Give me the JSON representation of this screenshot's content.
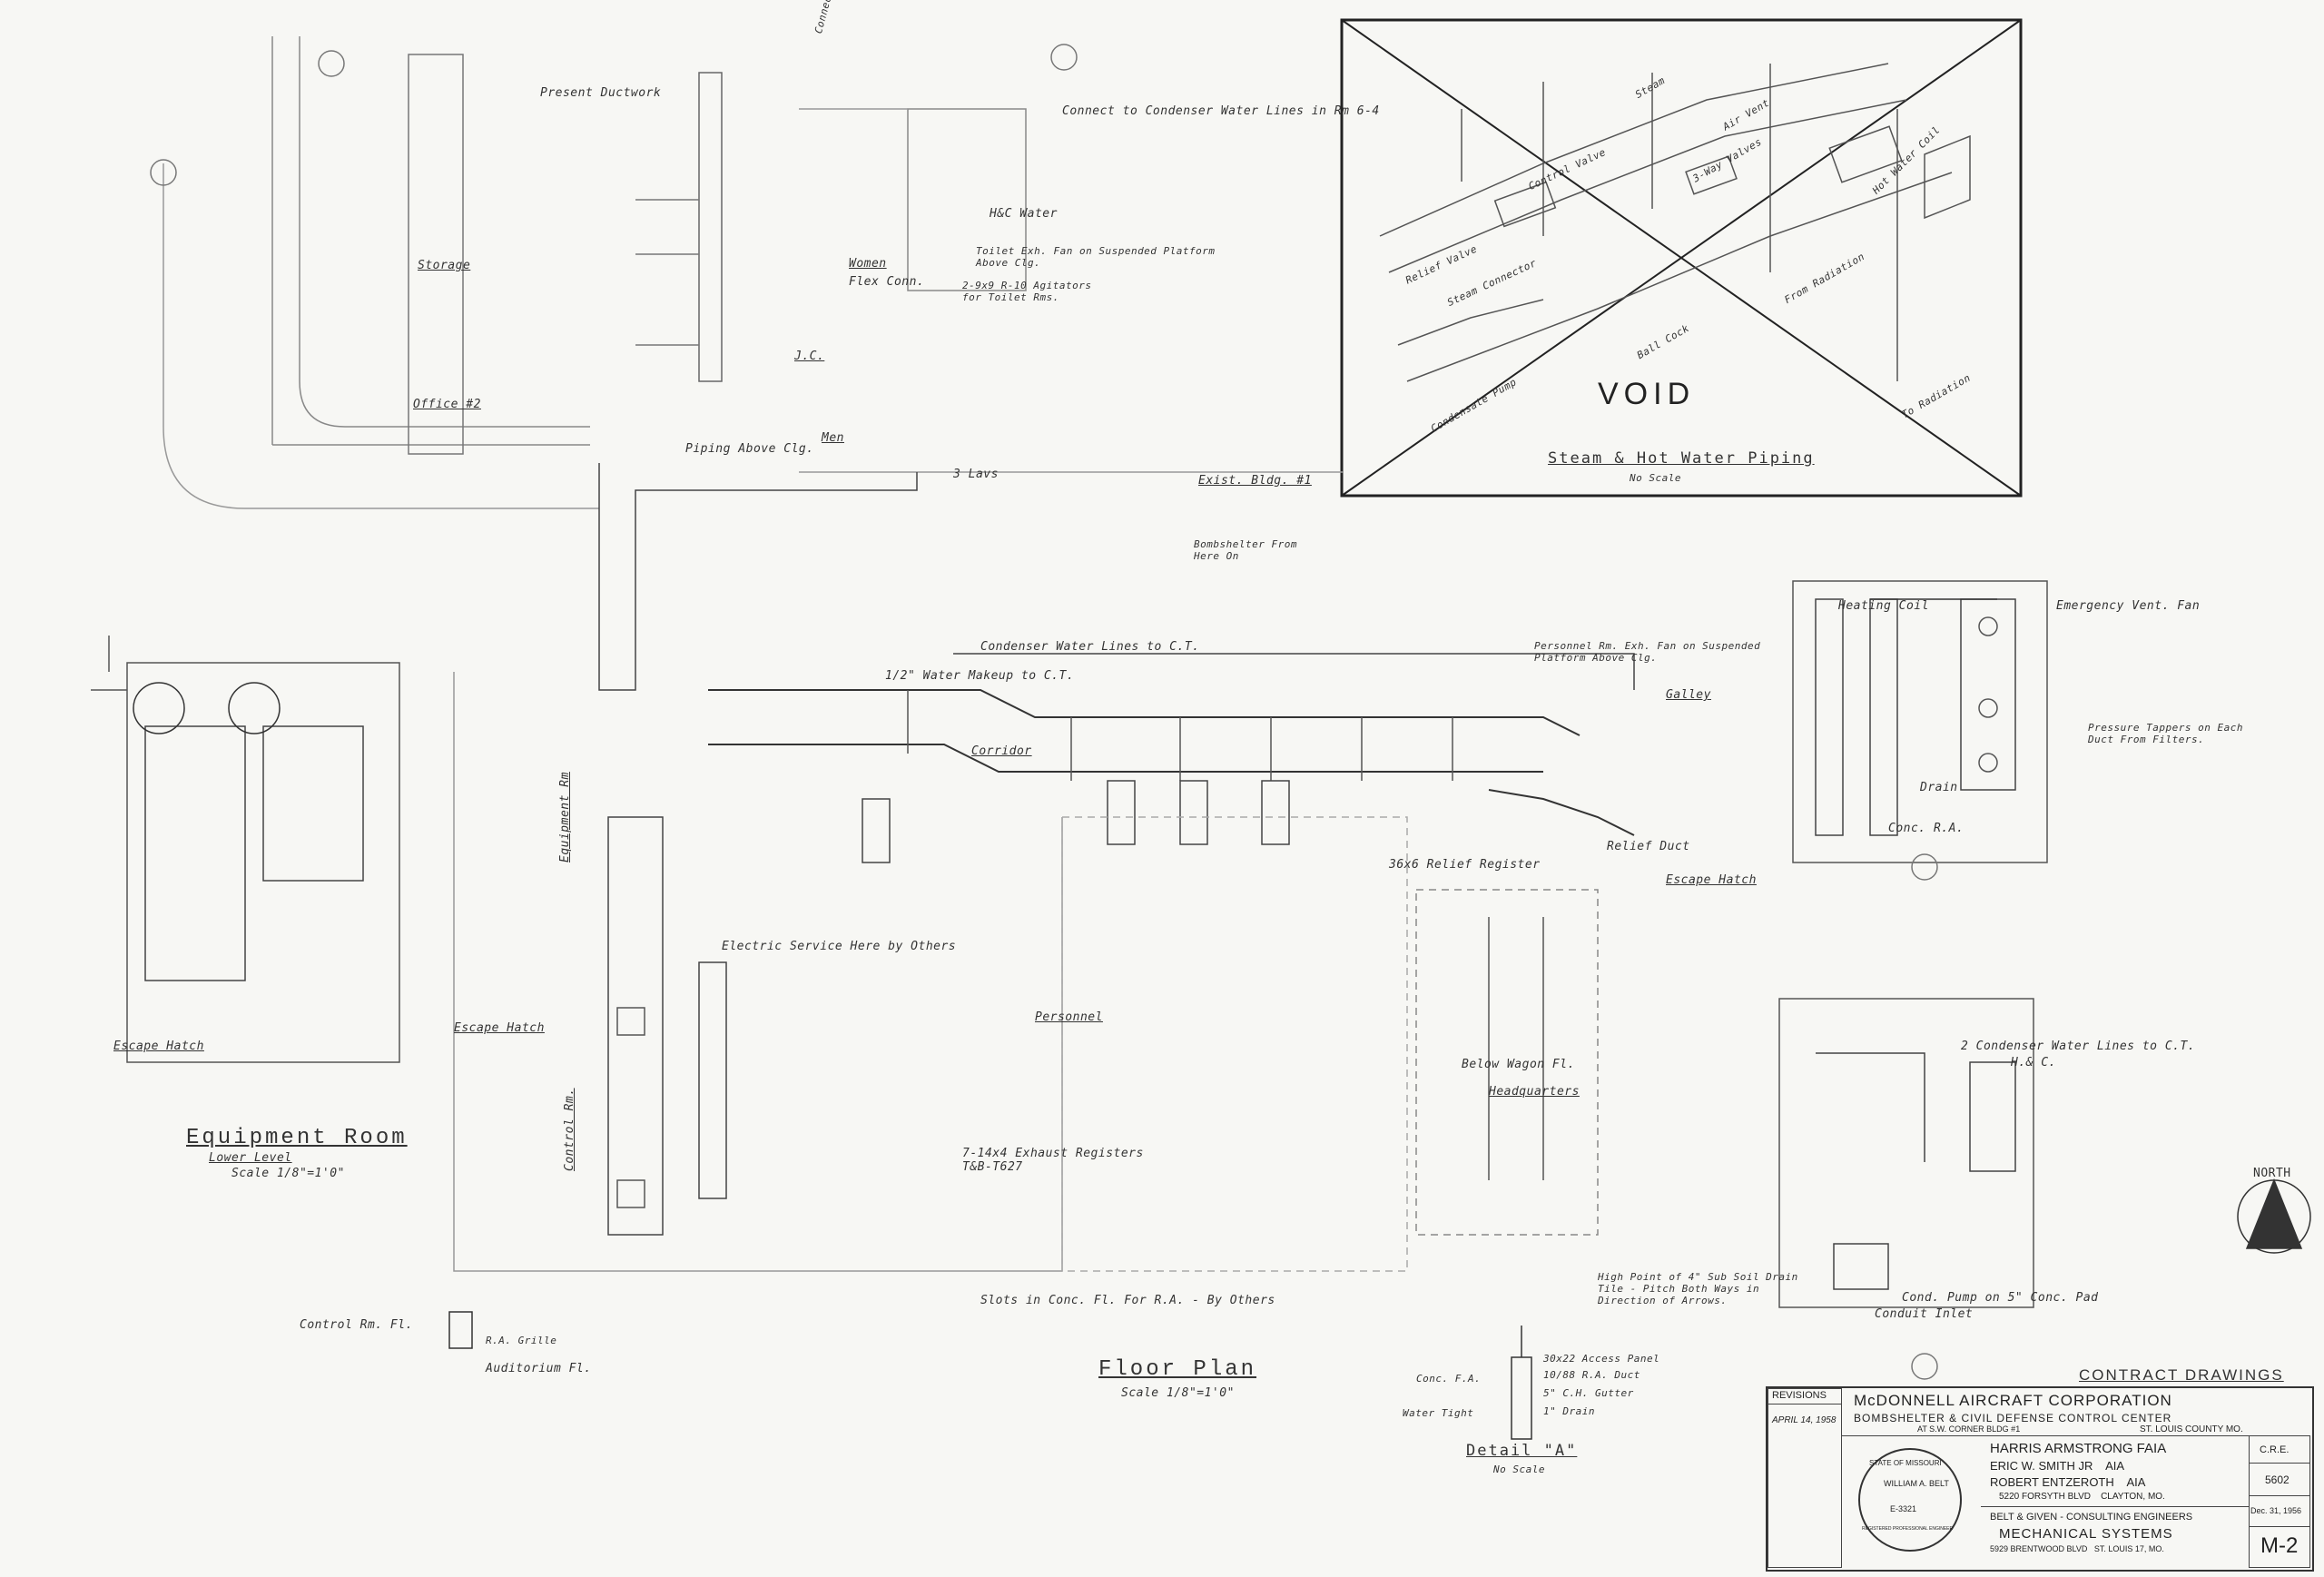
{
  "drawing": {
    "void_label": "VOID",
    "steam_title": "Steam & Hot Water Piping",
    "steam_scale": "No Scale",
    "floor_plan_title": "Floor Plan",
    "floor_plan_scale": "Scale 1/8\"=1'0\"",
    "equipment_room_title": "Equipment Room",
    "equipment_room_sub": "Lower Level",
    "equipment_room_scale": "Scale 1/8\"=1'0\"",
    "detail_a_title": "Detail \"A\"",
    "detail_a_scale": "No Scale",
    "north_label": "NORTH"
  },
  "labels": {
    "present_ductwork": "Present Ductwork",
    "connect_existing": "Connect to Exist. Lever in Corridor",
    "connect_condenser": "Connect to Condenser Water Lines in Rm 6-4",
    "hc_water": "H&C Water",
    "storage": "Storage",
    "women": "Women",
    "flex_conn": "Flex Conn.",
    "toilet_exh_fan": "Toilet Exh. Fan on Suspended Platform Above Clg.",
    "rr_agitators": "2-9x9 R-10 Agitators for Toilet Rms.",
    "jc": "J.C.",
    "men": "Men",
    "office": "Office #2",
    "piping_above_clg": "Piping Above Clg.",
    "three_lavs": "3 Lavs",
    "exist_bldg": "Exist. Bldg. #1",
    "bombshelter_from_here": "Bombshelter From Here On",
    "condenser_water_lines": "Condenser Water Lines to C.T.",
    "water_makeup": "1/2\" Water Makeup to C.T.",
    "corridor": "Corridor",
    "galley": "Galley",
    "personnel_exh_fan": "Personnel Rm. Exh. Fan on Suspended Platform Above Clg.",
    "escape_hatch_1": "Escape Hatch",
    "escape_hatch_2": "Escape Hatch",
    "escape_hatch_3": "Escape Hatch",
    "equipment_rm": "Equipment Rm",
    "control_rm": "Control Rm.",
    "personnel": "Personnel",
    "headquarters": "Headquarters",
    "below_wagon_fl": "Below Wagon Fl.",
    "electric_service": "Electric Service Here by Others",
    "exhaust_registers": "7-14x4 Exhaust Registers T&B-T627",
    "relief_register": "36x6 Relief Register",
    "relief_duct": "Relief Duct",
    "heating_coil": "Heating Coil",
    "emergency_vent_fan": "Emergency Vent. Fan",
    "pressure_tappers": "Pressure Tappers on Each Duct From Filters.",
    "drain": "Drain",
    "conc_ra": "Conc. R.A.",
    "condenser_water_ct": "2 Condenser Water Lines to C.T.",
    "hc_ac": "H.& C.",
    "cond_pump": "Cond. Pump on 5\" Conc. Pad",
    "conduit_inlet": "Conduit Inlet",
    "slots_conc_fl": "Slots in Conc. Fl. For R.A. - By Others",
    "access_panel": "30x22 Access Panel",
    "ra_duct": "10/88 R.A. Duct",
    "gutter": "5\" C.H. Gutter",
    "water_tight": "Water Tight",
    "conc_fa": "Conc. F.A.",
    "drain_detail": "1\" Drain",
    "control_rm_fl": "Control Rm. Fl.",
    "ra_grille": "R.A. Grille",
    "auditorium_fl": "Auditorium Fl.",
    "high_point": "High Point of 4\" Sub Soil Drain Tile - Pitch Both Ways in Direction of Arrows.",
    "air_vent": "Air Vent",
    "control_valve": "Control Valve",
    "relief_valve": "Relief Valve",
    "steam_conn": "Steam Connector",
    "three_way_valves": "3-Way Valves",
    "hot_water_coil": "Hot Water Coil",
    "to_radiation": "To Radiation",
    "ball_cock": "Ball Cock",
    "condensate_pump": "Condensate Pump",
    "from_radiation": "From Radiation",
    "steam": "Steam"
  },
  "title_block": {
    "contract_drawings": "CONTRACT DRAWINGS",
    "revisions": "REVISIONS",
    "revision_date": "APRIL 14, 1958",
    "company": "McDONNELL AIRCRAFT CORPORATION",
    "project": "BOMBSHELTER & CIVIL DEFENSE CONTROL CENTER",
    "location": "ST. LOUIS COUNTY MO.",
    "location_sub": "AT S.W. CORNER BLDG #1",
    "architect_1": "HARRIS ARMSTRONG FAIA",
    "architect_2": "ERIC W. SMITH JR    AIA",
    "architect_3": "ROBERT ENTZEROTH    AIA",
    "address": "5220 FORSYTH BLVD    CLAYTON, MO.",
    "engineers": "BELT & GIVEN - CONSULTING ENGINEERS",
    "subtitle": "MECHANICAL SYSTEMS",
    "eng_address": "5929 BRENTWOOD BLVD   ST. LOUIS 17, MO.",
    "seal_state": "STATE OF MISSOURI",
    "seal_name": "WILLIAM A. BELT",
    "seal_number": "E-3321",
    "seal_bottom": "REGISTERED PROFESSIONAL ENGINEER",
    "drawn": "C.R.E.",
    "file_no": "5602",
    "date": "Dec. 31, 1956",
    "sheet": "M-2"
  }
}
